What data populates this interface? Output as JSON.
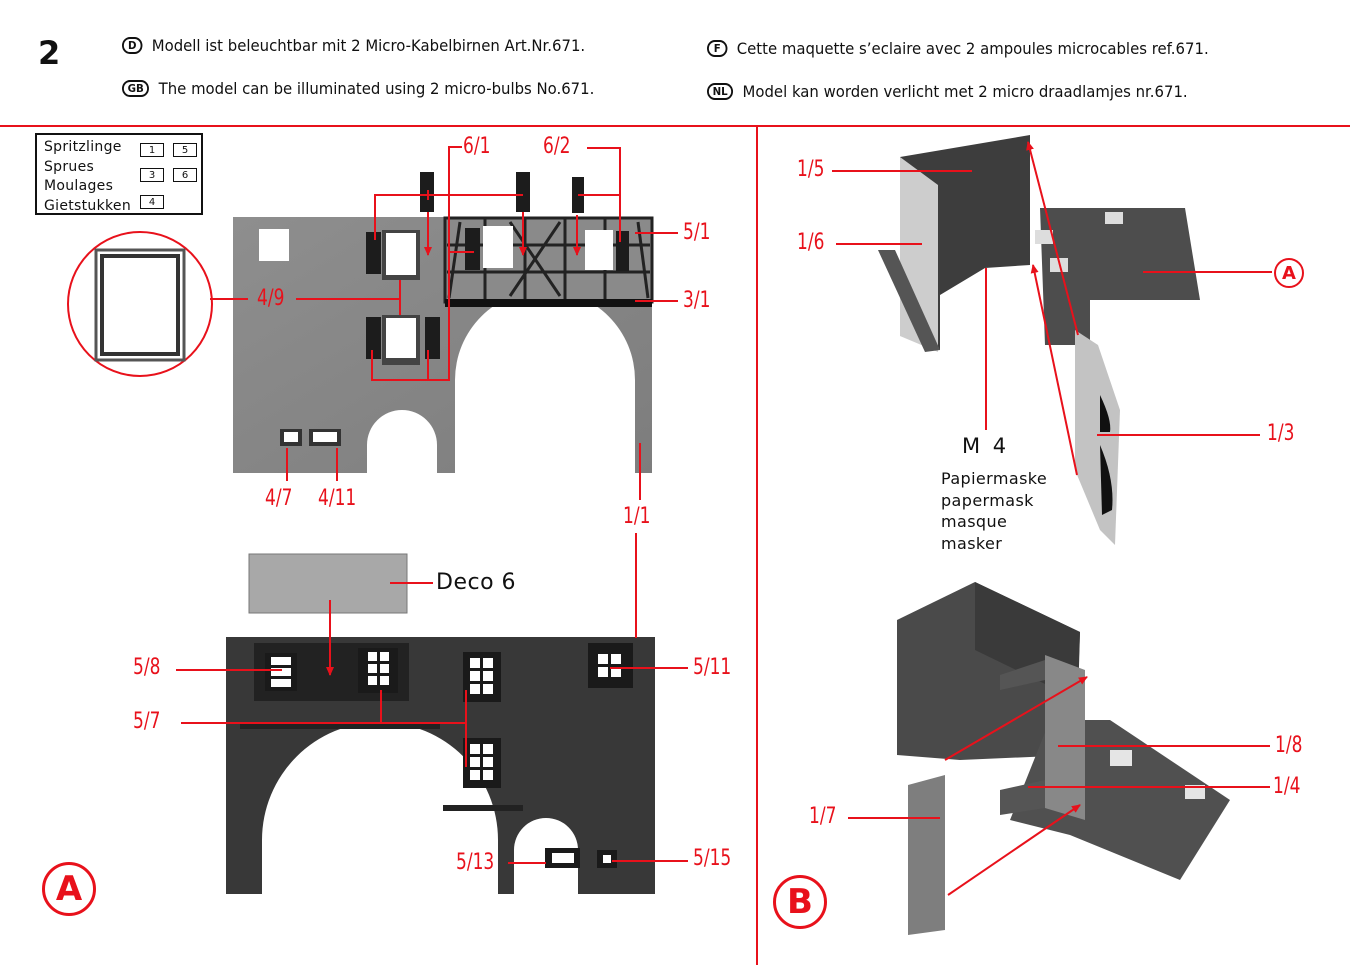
{
  "page": {
    "step_number": "2",
    "instructions": [
      {
        "lang": "D",
        "text": "Modell ist beleuchtbar mit 2 Micro-Kabelbirnen Art.Nr.671."
      },
      {
        "lang": "GB",
        "text": "The model can be illuminated using 2 micro-bulbs No.671."
      },
      {
        "lang": "F",
        "text": "Cette maquette s’eclaire avec 2 ampoules microcables ref.671."
      },
      {
        "lang": "NL",
        "text": "Model kan worden verlicht met 2 micro draadlamjes nr.671."
      }
    ]
  },
  "sprues_legend": {
    "labels": [
      "Spritzlinge",
      "Sprues",
      "Moulages",
      "Gietstukken"
    ],
    "numbers": [
      "1",
      "5",
      "3",
      "6",
      "4"
    ]
  },
  "panel_a": {
    "marker": "A",
    "upper_part_labels": [
      "6/1",
      "6/2",
      "5/1",
      "3/1",
      "4/9",
      "4/7",
      "4/11",
      "1/1"
    ],
    "deco_label": "Deco 6",
    "lower_part_labels": [
      "5/8",
      "5/7",
      "5/11",
      "5/13",
      "5/15"
    ]
  },
  "panel_b": {
    "marker": "B",
    "ref_marker": "A",
    "upper_labels": [
      "1/5",
      "1/6",
      "1/3"
    ],
    "mask": {
      "code": "M 4",
      "names": [
        "Papiermaske",
        "papermask",
        "masque",
        "masker"
      ]
    },
    "lower_labels": [
      "1/8",
      "1/4",
      "1/7"
    ]
  },
  "colors": {
    "accent_red": "#e8111b",
    "part_light_gray": "#8a8a8a",
    "part_dark_gray": "#3a3a3a",
    "deco_gray": "#a8a8a8"
  }
}
